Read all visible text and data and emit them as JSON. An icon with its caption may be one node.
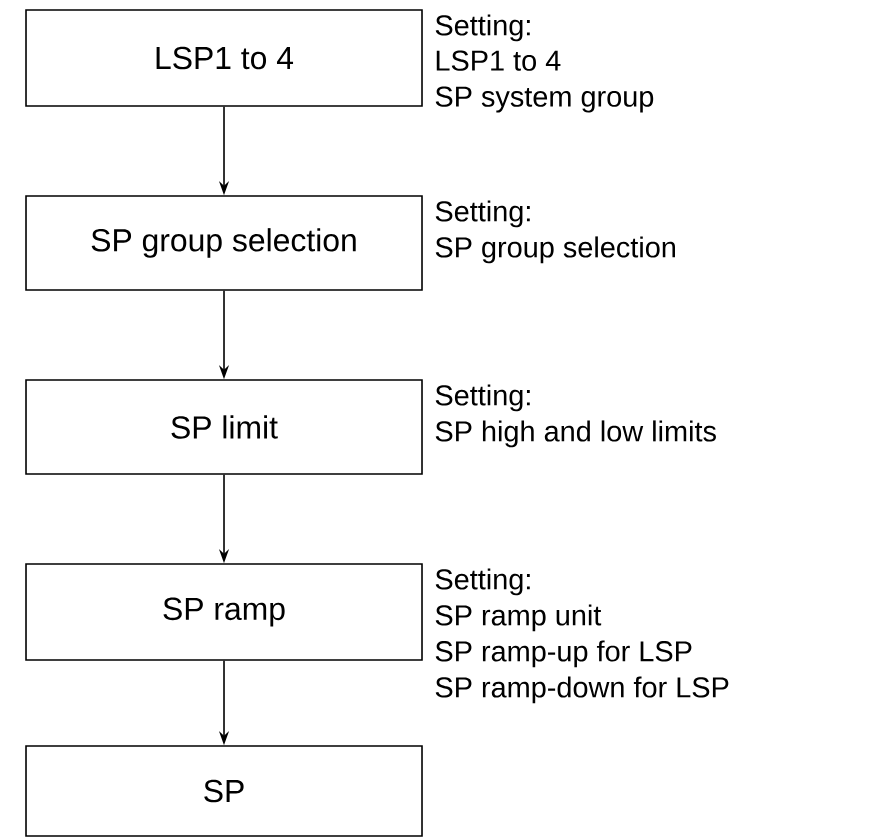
{
  "diagram": {
    "nodes": [
      {
        "text": [
          "LSP1 to 4"
        ],
        "beside": [
          "Setting:",
          "LSP1 to 4",
          "SP system group"
        ]
      },
      {
        "text": [
          "SP group selection"
        ],
        "beside": [
          "Setting:",
          "SP group selection"
        ]
      },
      {
        "text": [
          "SP limit"
        ],
        "beside": [
          "Setting:",
          "SP high and low limits"
        ]
      },
      {
        "text": [
          "SP ramp"
        ],
        "beside": [
          "Setting:",
          "SP ramp unit",
          "SP ramp-up for LSP",
          "SP ramp-down for LSP"
        ]
      },
      {
        "text": [
          "SP"
        ]
      }
    ],
    "edges": [
      {
        "from": 0,
        "to": 1,
        "arrow": "to"
      },
      {
        "from": 1,
        "to": 2,
        "arrow": "to"
      },
      {
        "from": 2,
        "to": 3,
        "arrow": "to"
      },
      {
        "from": 3,
        "to": 4,
        "arrow": "to"
      }
    ]
  }
}
